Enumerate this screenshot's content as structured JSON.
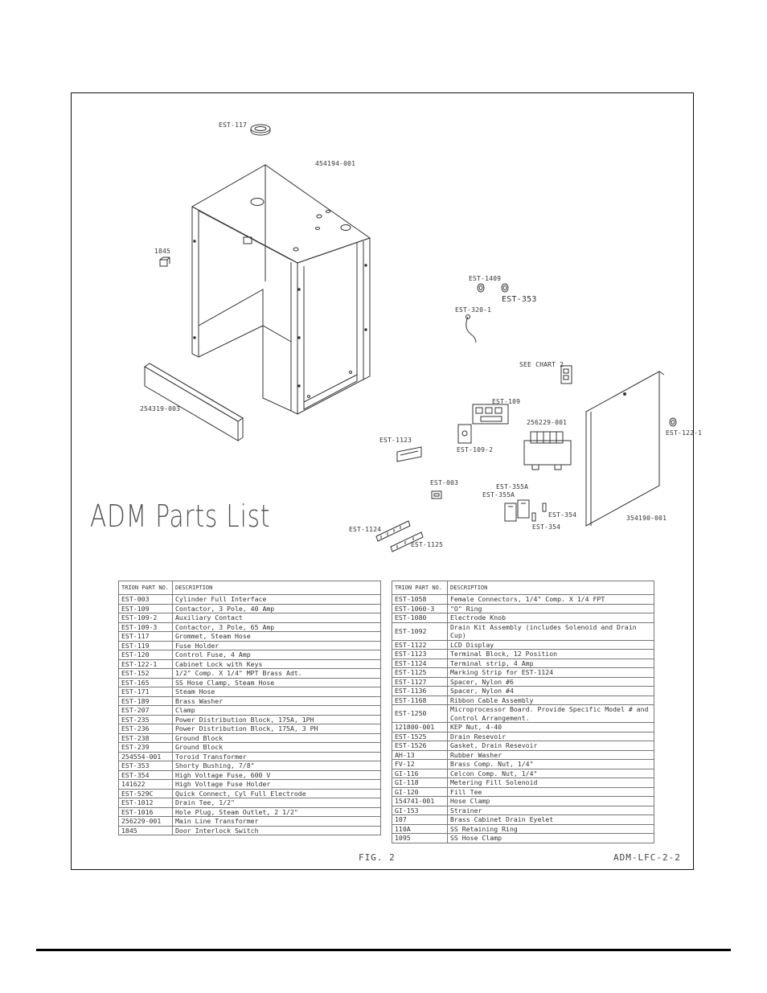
{
  "title": "ADM Parts List",
  "callouts": {
    "est117": "EST-117",
    "cabinet": "454194-001",
    "switch1845": "1845",
    "est1409": "EST-1409",
    "est353": "EST-353",
    "est3201": "EST-320-1",
    "seechart": "SEE CHART 2",
    "est109": "EST-109",
    "transformer": "256229-001",
    "est1221": "EST-122-1",
    "panel": "254319-003",
    "est1123": "EST-1123",
    "est1092": "EST-109-2",
    "est003": "EST-003",
    "est355a1": "EST-355A",
    "est355a2": "EST-355A",
    "est354a": "EST-354",
    "est354b": "EST-354",
    "door": "354190-001",
    "est1124": "EST-1124",
    "est1125": "EST-1125"
  },
  "table_headers": {
    "part_no": "TRION PART NO.",
    "description": "DESCRIPTION"
  },
  "left_table": [
    {
      "pn": "EST-003",
      "desc": "Cylinder Full Interface"
    },
    {
      "pn": "EST-109",
      "desc": "Contactor, 3 Pole, 40 Amp"
    },
    {
      "pn": "EST-109-2",
      "desc": "Auxiliary Contact"
    },
    {
      "pn": "EST-109-3",
      "desc": "Contactor, 3 Pole, 65 Amp"
    },
    {
      "pn": "EST-117",
      "desc": "Grommet, Steam Hose"
    },
    {
      "pn": "EST-119",
      "desc": "Fuse Holder"
    },
    {
      "pn": "EST-120",
      "desc": "Control Fuse, 4 Amp"
    },
    {
      "pn": "EST-122-1",
      "desc": "Cabinet Lock with Keys"
    },
    {
      "pn": "EST-152",
      "desc": "1/2\" Comp. X 1/4\" MPT Brass Adt."
    },
    {
      "pn": "EST-165",
      "desc": "SS Hose Clamp, Steam Hose"
    },
    {
      "pn": "EST-171",
      "desc": "Steam Hose"
    },
    {
      "pn": "EST-189",
      "desc": "Brass Washer"
    },
    {
      "pn": "EST-207",
      "desc": "Clamp"
    },
    {
      "pn": "EST-235",
      "desc": "Power Distribution Block, 175A, 1PH"
    },
    {
      "pn": "EST-236",
      "desc": "Power Distribution Block, 175A, 3 PH"
    },
    {
      "pn": "EST-238",
      "desc": "Ground Block"
    },
    {
      "pn": "EST-239",
      "desc": "Ground Block"
    },
    {
      "pn": "254554-001",
      "desc": "Toroid Transformer"
    },
    {
      "pn": "EST-353",
      "desc": "Shorty Bushing, 7/8\""
    },
    {
      "pn": "EST-354",
      "desc": "High Voltage Fuse, 600 V"
    },
    {
      "pn": "141622",
      "desc": "High Voltage Fuse Holder"
    },
    {
      "pn": "EST-529C",
      "desc": "Quick Connect, Cyl Full Electrode"
    },
    {
      "pn": "EST-1012",
      "desc": "Drain Tee, 1/2\""
    },
    {
      "pn": "EST-1016",
      "desc": "Hole Plug, Steam Outlet, 2 1/2\""
    },
    {
      "pn": "256229-001",
      "desc": "Main Line Transformer"
    },
    {
      "pn": "1845",
      "desc": "Door Interlock Switch"
    }
  ],
  "right_table": [
    {
      "pn": "EST-1058",
      "desc": "Female Connectors, 1/4\" Comp. X 1/4 FPT"
    },
    {
      "pn": "EST-1060-3",
      "desc": "\"O\" Ring"
    },
    {
      "pn": "EST-1080",
      "desc": "Electrode Knob"
    },
    {
      "pn": "EST-1092",
      "desc": "Drain Kit Assembly (includes Solenoid and Drain Cup)"
    },
    {
      "pn": "EST-1122",
      "desc": "LCD Display"
    },
    {
      "pn": "EST-1123",
      "desc": "Terminal Block, 12 Position"
    },
    {
      "pn": "EST-1124",
      "desc": "Terminal strip, 4 Amp"
    },
    {
      "pn": "EST-1125",
      "desc": "Marking Strip  for EST-1124"
    },
    {
      "pn": "EST-1127",
      "desc": "Spacer, Nylon #6"
    },
    {
      "pn": "EST-1136",
      "desc": "Spacer, Nylon #4"
    },
    {
      "pn": "EST-1168",
      "desc": "Ribbon Cable Assembly"
    },
    {
      "pn": "EST-1250",
      "desc": "Microprocessor Board.  Provide Specific Model # and Control Arrangement."
    },
    {
      "pn": "121800-001",
      "desc": "KEP Nut, 4-40"
    },
    {
      "pn": "EST-1525",
      "desc": "Drain Resevoir"
    },
    {
      "pn": "EST-1526",
      "desc": "Gasket, Drain Resevoir"
    },
    {
      "pn": "AH-13",
      "desc": "Rubber Washer"
    },
    {
      "pn": "FV-12",
      "desc": "Brass Comp. Nut, 1/4\""
    },
    {
      "pn": "GI-116",
      "desc": "Celcon Comp. Nut, 1/4\""
    },
    {
      "pn": "GI-118",
      "desc": "Metering Fill Solenoid"
    },
    {
      "pn": "GI-120",
      "desc": "Fill Tee"
    },
    {
      "pn": "154741-001",
      "desc": "Hose Clamp"
    },
    {
      "pn": "GI-153",
      "desc": "Strainer"
    },
    {
      "pn": "107",
      "desc": "Brass Cabinet Drain Eyelet"
    },
    {
      "pn": "110A",
      "desc": "SS Retaining Ring"
    },
    {
      "pn": "1095",
      "desc": "SS Hose Clamp"
    }
  ],
  "figure_label": "FIG. 2",
  "drawing_number": "ADM-LFC-2-2"
}
